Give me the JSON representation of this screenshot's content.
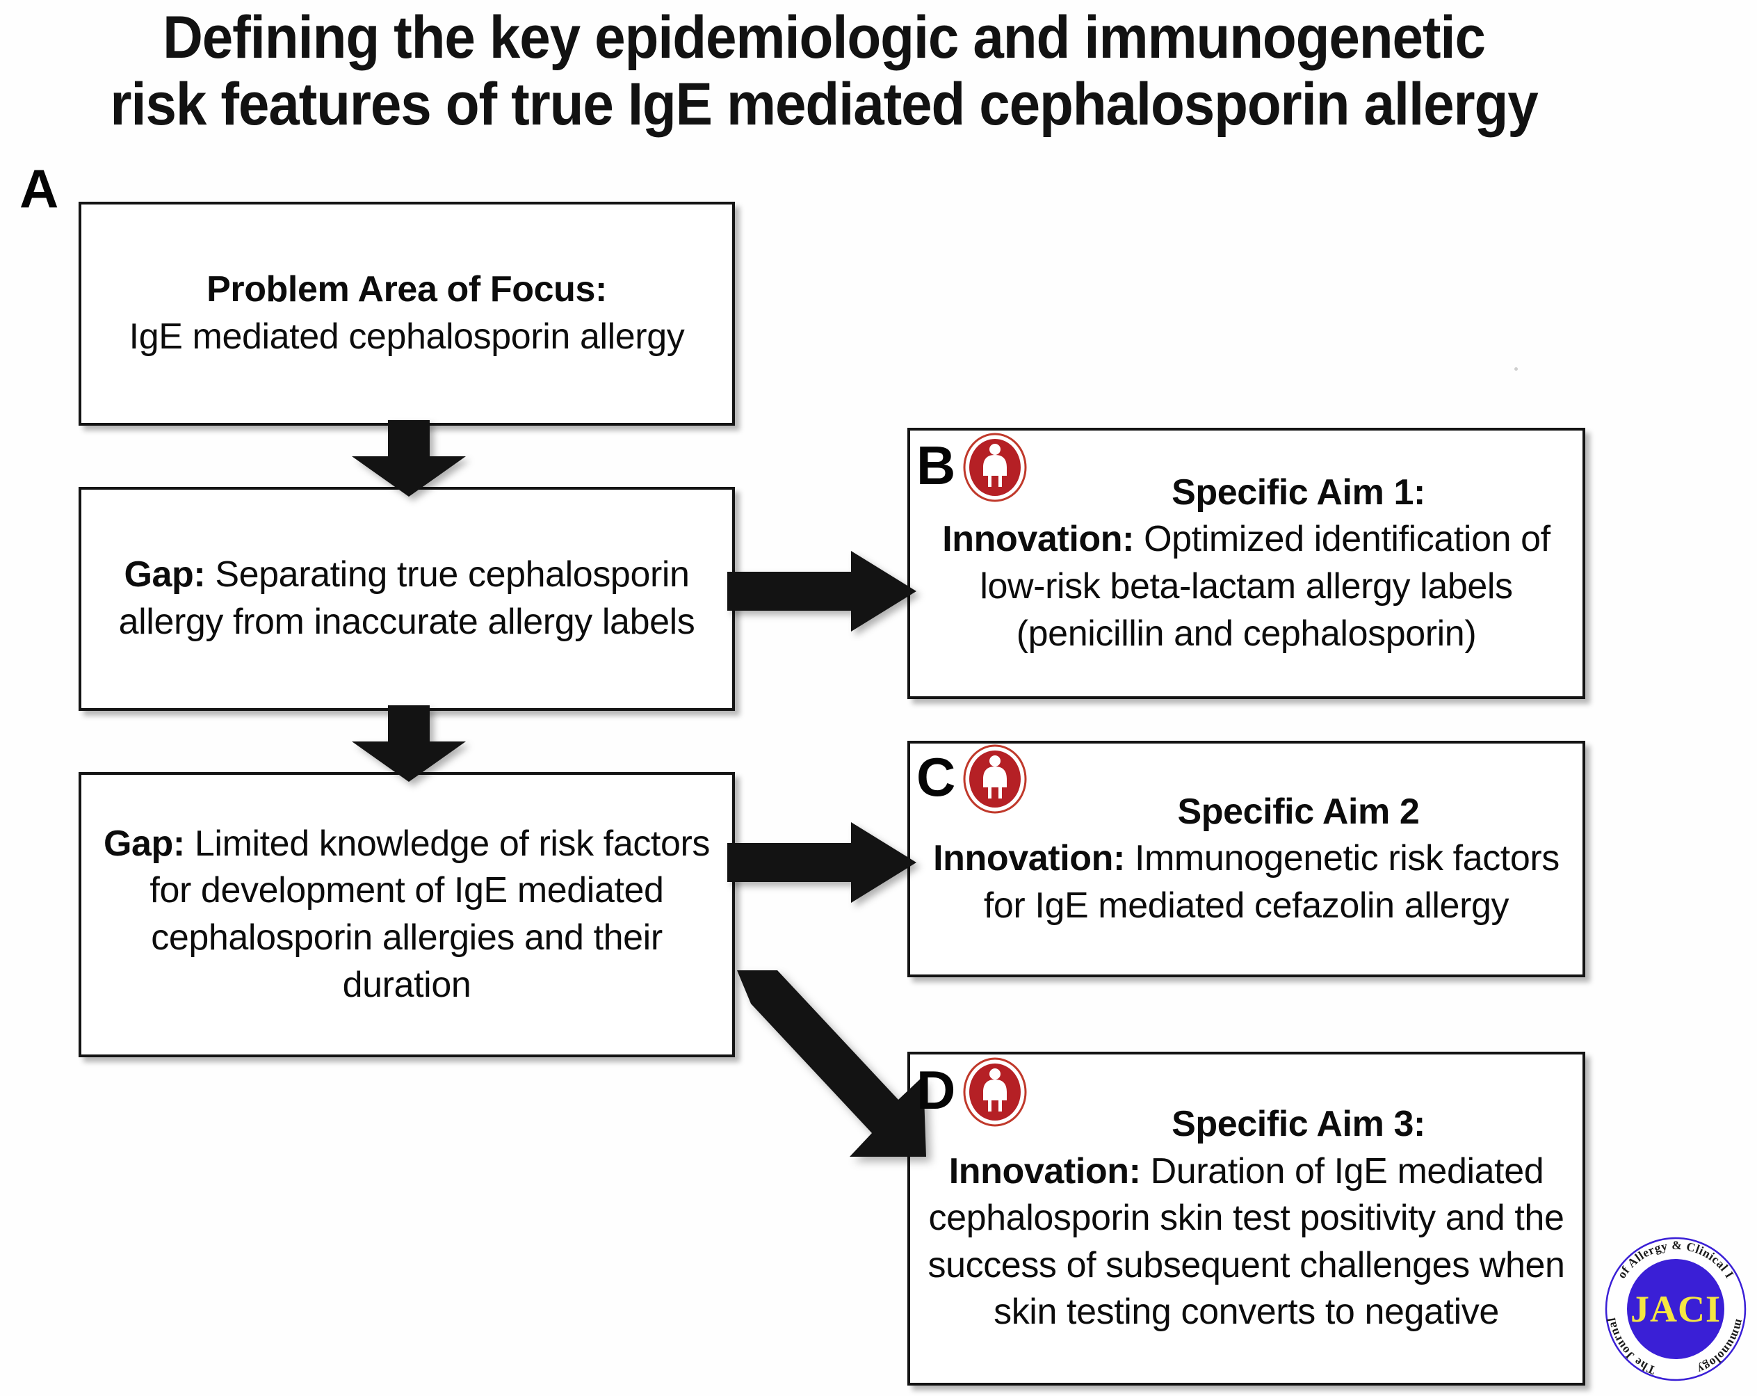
{
  "figure": {
    "title": "Defining the key epidemiologic and immunogenetic risk features of true IgE mediated cephalosporin allergy",
    "title_line1": "Defining the key epidemiologic and immunogenetic",
    "title_line2": "risk features of true IgE mediated cephalosporin allergy"
  },
  "panels": {
    "a_letter": "A",
    "b_letter": "B",
    "c_letter": "C",
    "d_letter": "D"
  },
  "flow": {
    "problem": {
      "heading": "Problem Area of Focus:",
      "body": "IgE mediated cephalosporin allergy"
    },
    "gap1": {
      "label": "Gap:",
      "body": "Separating true cephalosporin allergy from inaccurate allergy labels"
    },
    "gap2": {
      "label": "Gap:",
      "body": "Limited knowledge of risk factors for development of IgE mediated cephalosporin allergies and their duration"
    }
  },
  "aims": {
    "aim1": {
      "heading": "Specific Aim 1:",
      "innovation_label": "Innovation:",
      "innovation_body": "Optimized identification of low-risk beta-lactam allergy labels (penicillin and cephalosporin)"
    },
    "aim2": {
      "heading": "Specific Aim 2",
      "innovation_label": "Innovation:",
      "innovation_body": "Immunogenetic risk factors for IgE mediated cefazolin allergy"
    },
    "aim3": {
      "heading": "Specific Aim 3:",
      "innovation_label": "Innovation:",
      "innovation_body": "Duration of IgE mediated cephalosporin skin test positivity and the success of subsequent challenges when skin testing converts to negative"
    }
  },
  "icons": {
    "person_badge": "person-badge-icon",
    "arrow_down_1": "arrow-down-icon",
    "arrow_down_2": "arrow-down-icon",
    "arrow_right_1": "arrow-right-icon",
    "arrow_right_2": "arrow-right-icon",
    "arrow_diagonal": "arrow-diagonal-down-right-icon"
  },
  "logo": {
    "name": "jaci-logo",
    "acronym": "JACI",
    "arc_top": "The Journal of Allergy & Clinical Immunology",
    "arc_upper": "of Allergy & Clinical I",
    "arc_lower": "The Journal",
    "arc_lower2": "mmunology"
  },
  "colors": {
    "badge_red": "#B52025",
    "badge_ring": "#C0392B",
    "logo_blue": "#3A1FD6",
    "logo_yellow": "#F5E642",
    "ink": "#0C0C0C",
    "box_border": "#141414",
    "background": "#FEFEFE"
  }
}
